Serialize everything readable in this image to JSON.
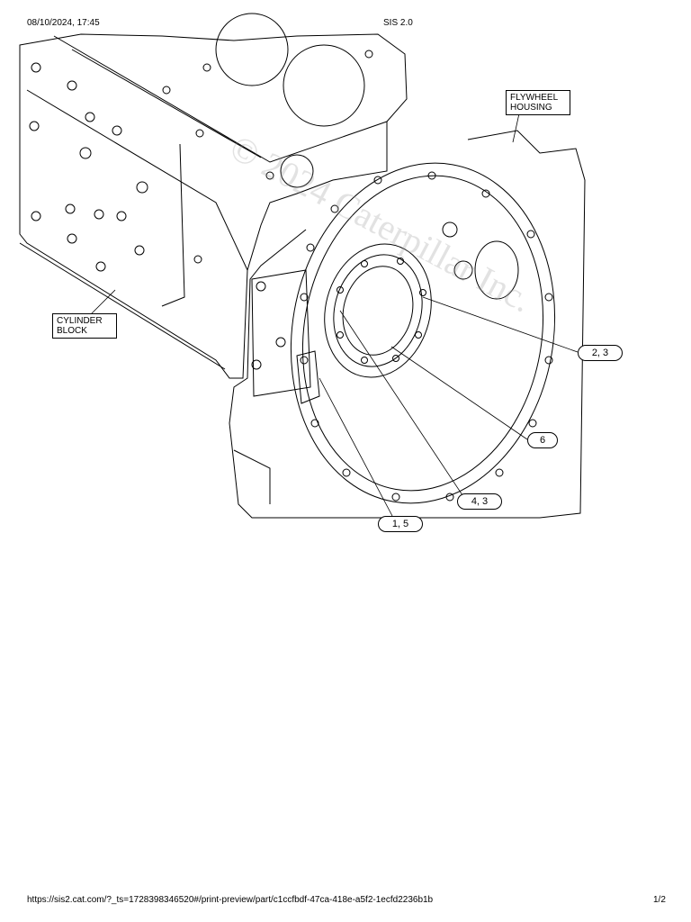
{
  "header": {
    "datetime": "08/10/2024, 17:45",
    "title": "SIS 2.0"
  },
  "diagram": {
    "labels": {
      "flywheel_housing": "FLYWHEEL\nHOUSING",
      "cylinder_block": "CYLINDER\nBLOCK"
    },
    "callouts": [
      "2, 3",
      "6",
      "4, 3",
      "1, 5"
    ],
    "watermark": "© 2024 Caterpillar Inc."
  },
  "footer": {
    "url": "https://sis2.cat.com/?_ts=1728398346520#/print-preview/part/c1ccfbdf-47ca-418e-a5f2-1ecfd2236b1b",
    "page": "1/2"
  }
}
